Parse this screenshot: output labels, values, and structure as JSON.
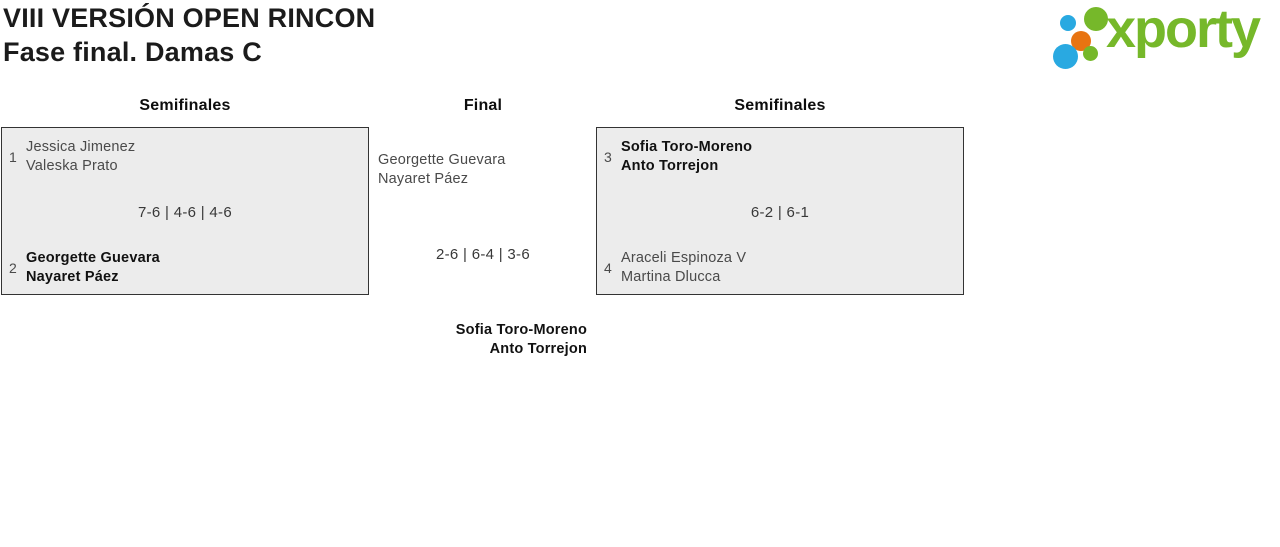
{
  "page": {
    "title": "VIII VERSIÓN OPEN RINCON",
    "subtitle": "Fase final. Damas C"
  },
  "logo": {
    "brand": "xporty",
    "green": "#76B82A",
    "blue": "#29A9E1",
    "orange": "#E87411"
  },
  "rounds": {
    "left": "Semifinales",
    "center": "Final",
    "right": "Semifinales"
  },
  "matches": {
    "semifinal_left": {
      "seed_top": "1",
      "team_top_line1": "Jessica Jimenez",
      "team_top_line2": "Valeska Prato",
      "score": "7-6 | 4-6 | 4-6",
      "seed_bottom": "2",
      "team_bottom_line1": "Georgette Guevara",
      "team_bottom_line2": "Nayaret Páez"
    },
    "final": {
      "team_top_line1": "Georgette Guevara",
      "team_top_line2": "Nayaret Páez",
      "score": "2-6 | 6-4 | 3-6",
      "winner_line1": "Sofia Toro-Moreno",
      "winner_line2": "Anto Torrejon"
    },
    "semifinal_right": {
      "seed_top": "3",
      "team_top_line1": "Sofia Toro-Moreno",
      "team_top_line2": "Anto Torrejon",
      "score": "6-2 | 6-1",
      "seed_bottom": "4",
      "team_bottom_line1": "Araceli Espinoza V",
      "team_bottom_line2": "Martina Dlucca"
    }
  },
  "colors": {
    "box_background": "#ECECEC",
    "box_border": "#333333",
    "winner_text": "#111111",
    "team_text": "#4A4A4A"
  }
}
